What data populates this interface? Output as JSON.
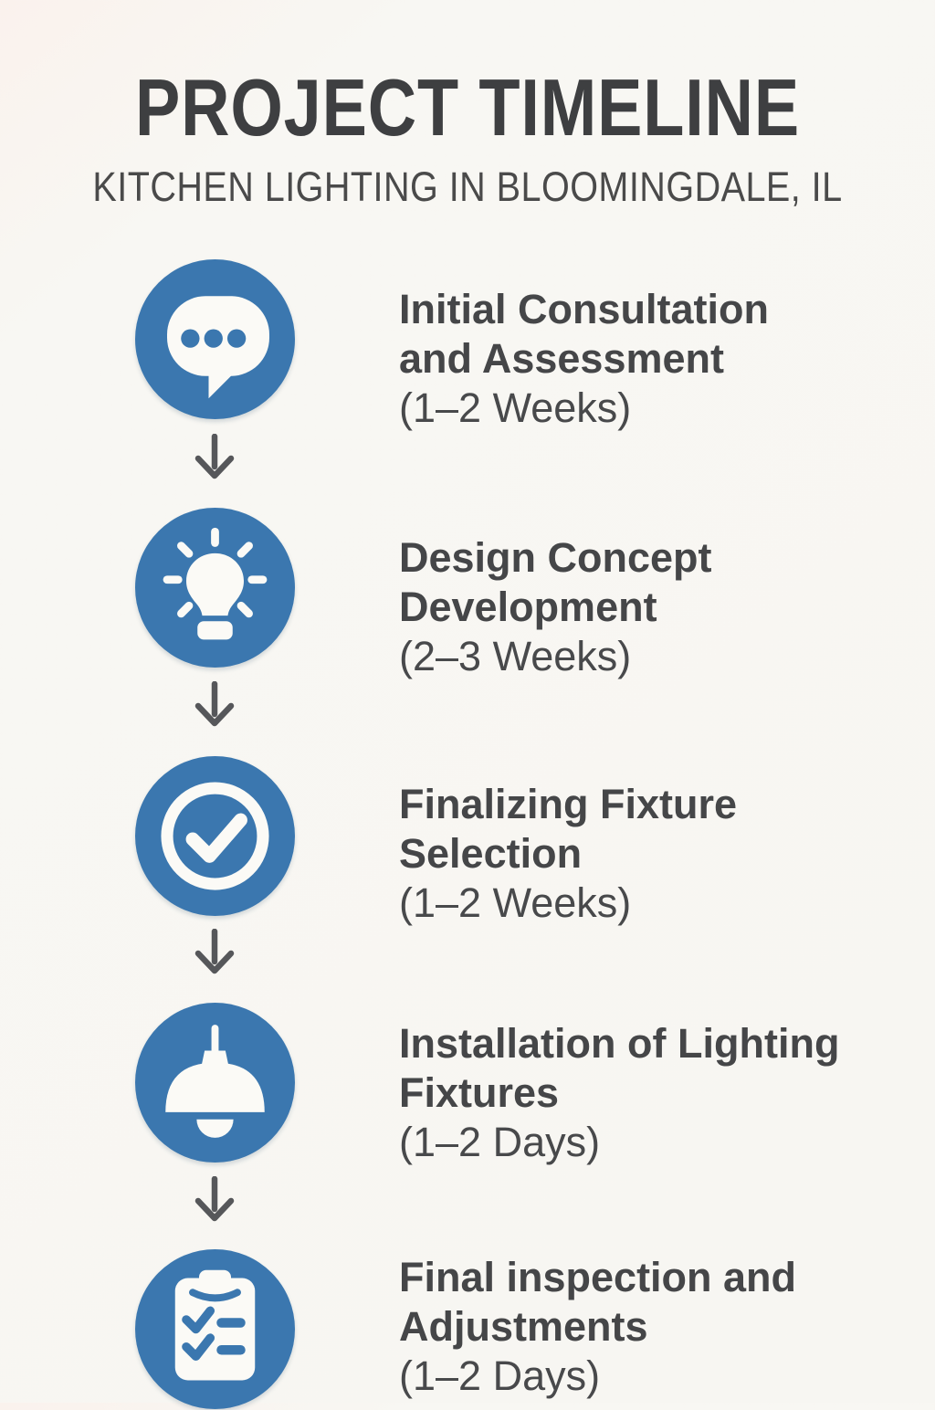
{
  "colors": {
    "background": "#f7f6f2",
    "accent_blue": "#3b77af",
    "icon_white": "#fbfaf6",
    "title_text": "#3e3f41",
    "subtitle_text": "#4a4a4a",
    "step_text": "#454648",
    "duration_text": "#48494b",
    "arrow": "#56575a"
  },
  "header": {
    "title": "PROJECT TIMELINE",
    "subtitle": "KITCHEN LIGHTING IN BLOOMINGDALE, IL"
  },
  "steps": [
    {
      "icon": "chat-bubble",
      "name": "Initial Consultation and Assessment",
      "name_lines": [
        "Initial Consultation",
        "and Assessment"
      ],
      "duration": "(1–2 Weeks)"
    },
    {
      "icon": "lightbulb",
      "name": "Design Concept Development",
      "name_lines": [
        "Design Concept",
        "Development"
      ],
      "duration": "(2–3 Weeks)"
    },
    {
      "icon": "check-circle",
      "name": "Finalizing Fixture Selection",
      "name_lines": [
        "Finalizing Fixture",
        "Selection"
      ],
      "duration": "(1–2 Weeks)"
    },
    {
      "icon": "pendant-lamp",
      "name": "Installation of Lighting Fixtures",
      "name_lines": [
        "Installation of Lighting",
        "Fixtures"
      ],
      "duration": "(1–2 Days)"
    },
    {
      "icon": "clipboard-checklist",
      "name": "Final inspection and Adjustments",
      "name_lines": [
        "Final inspection and",
        "Adjustments"
      ],
      "duration": "(1–2 Days)"
    }
  ]
}
